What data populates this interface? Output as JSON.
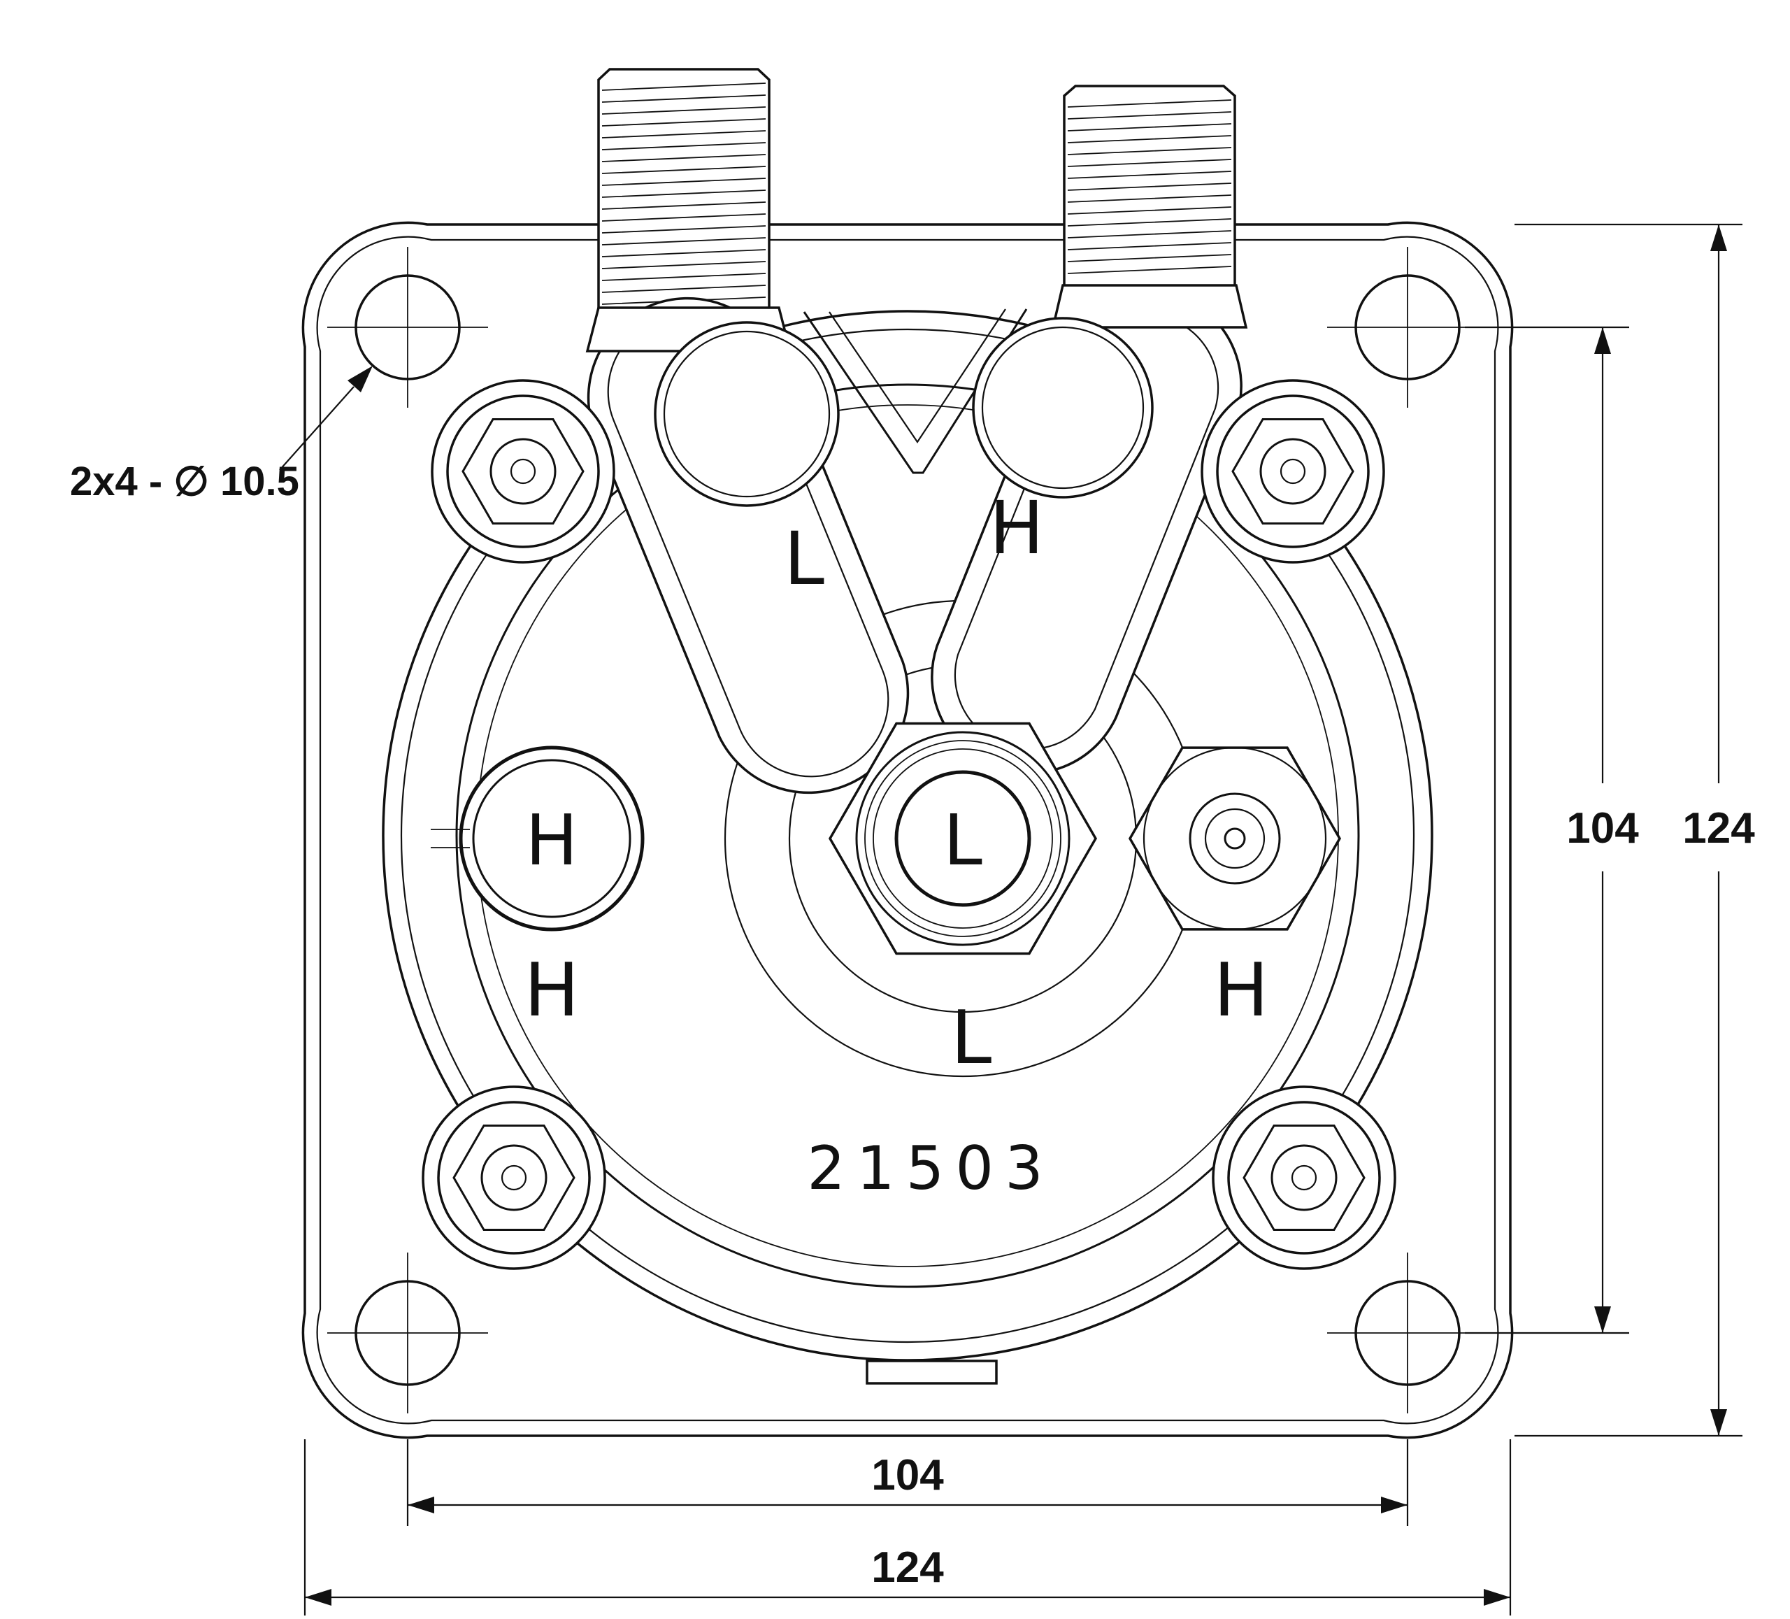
{
  "colors": {
    "ink": "#111111",
    "paper": "#ffffff"
  },
  "callout": {
    "text": "2x4 - ∅ 10.5"
  },
  "labels": {
    "left_arm": "L",
    "right_arm": "H",
    "left_port": "H",
    "center_port": "L",
    "below_left": "H",
    "below_center": "L",
    "below_right": "H",
    "part_number": "21503"
  },
  "dimensions": {
    "right_inner": "104",
    "right_outer": "124",
    "bottom_inner": "104",
    "bottom_outer": "124"
  }
}
